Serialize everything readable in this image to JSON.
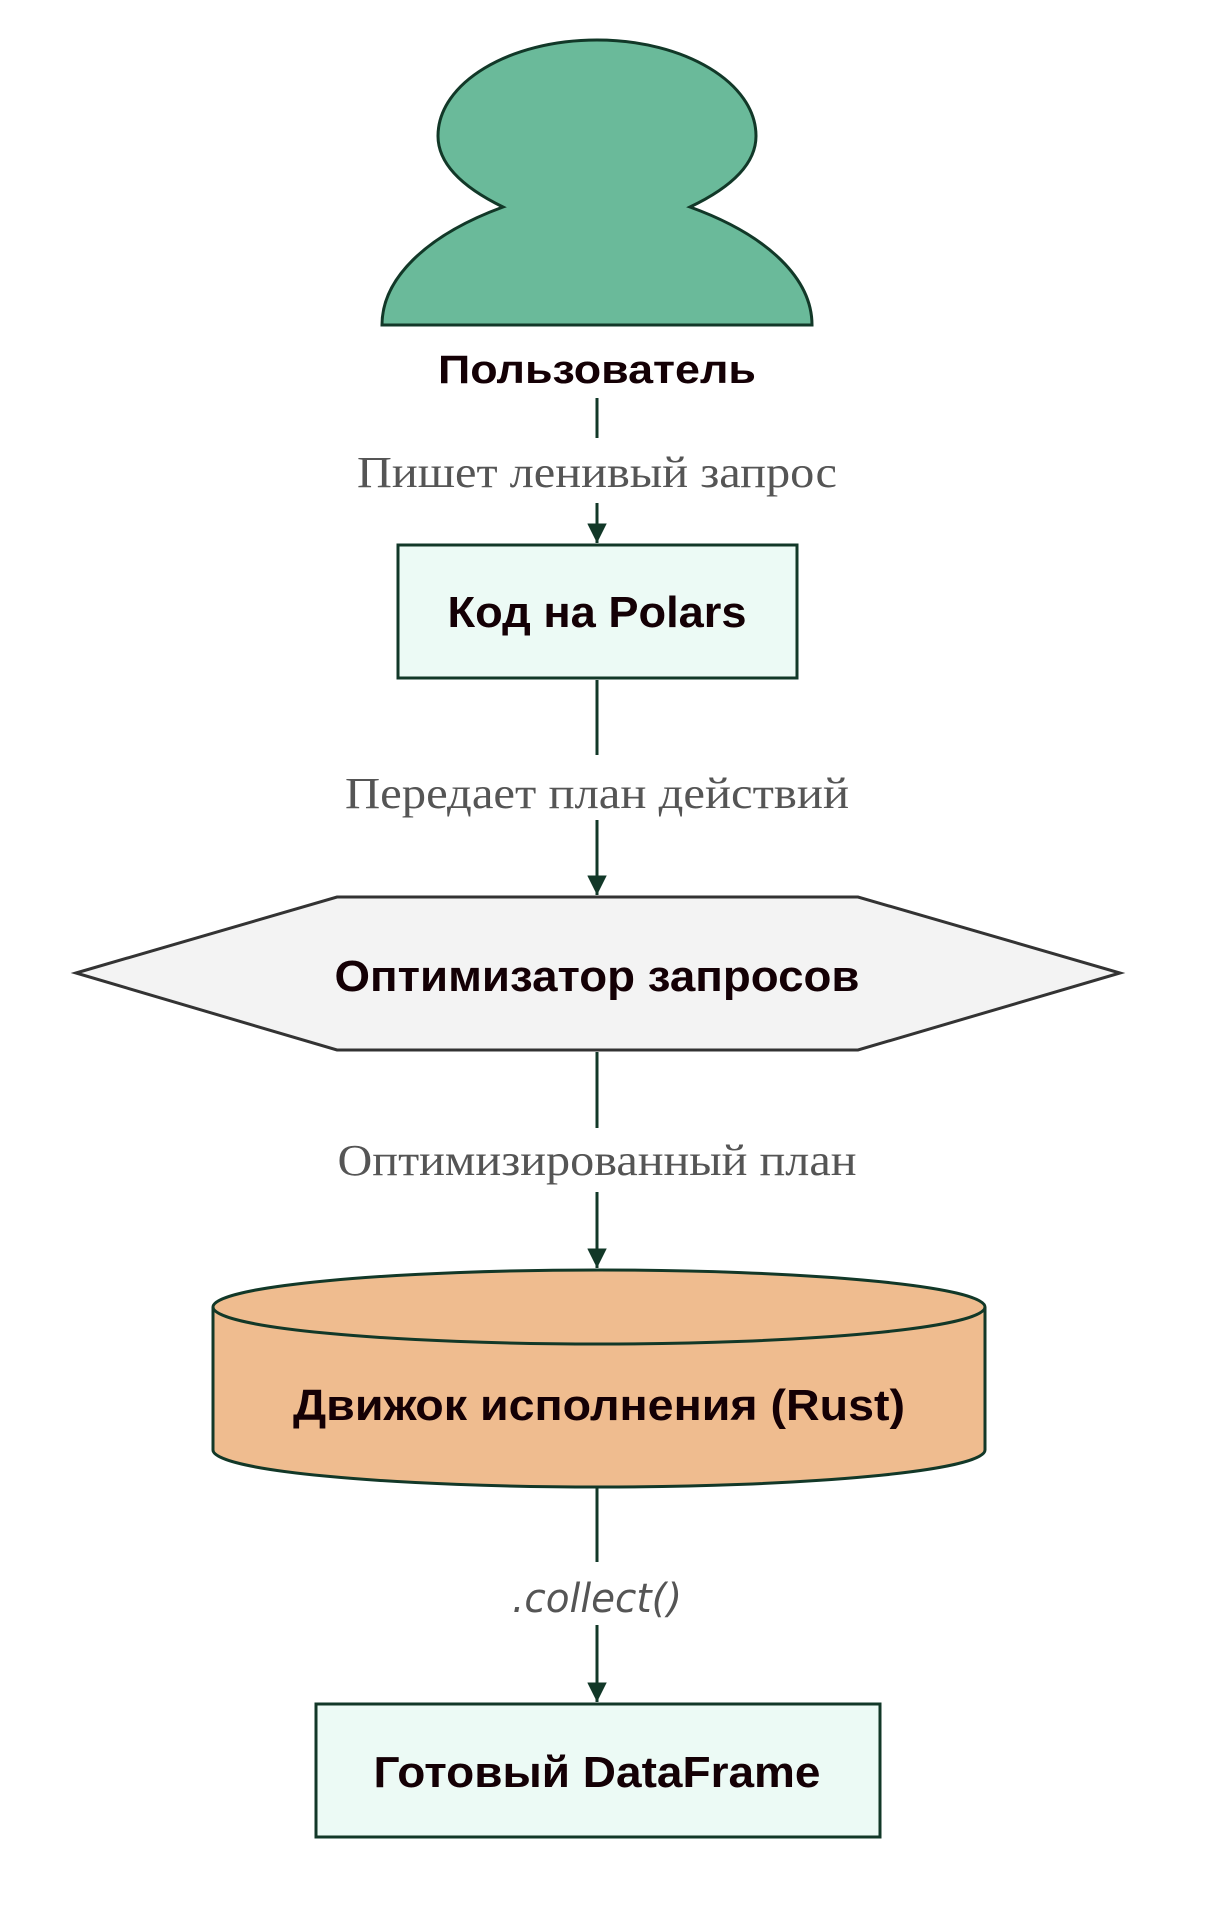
{
  "diagram": {
    "type": "flowchart",
    "direction": "top-to-bottom",
    "nodes": [
      {
        "id": "user",
        "shape": "person",
        "label": "Пользователь",
        "fill": "#6ABA9A",
        "stroke": "#123828"
      },
      {
        "id": "code",
        "shape": "rectangle",
        "label": "Код на Polars",
        "fill": "#ECFAF5",
        "stroke": "#123828"
      },
      {
        "id": "optimizer",
        "shape": "hexagon",
        "label": "Оптимизатор запросов",
        "fill": "#F3F3F3",
        "stroke": "#333333"
      },
      {
        "id": "engine",
        "shape": "cylinder",
        "label": "Движок исполнения (Rust)",
        "fill": "#EFBC8F",
        "stroke": "#123828"
      },
      {
        "id": "result",
        "shape": "rectangle",
        "label": "Готовый DataFrame",
        "fill": "#ECFAF5",
        "stroke": "#123828"
      }
    ],
    "edges": [
      {
        "from": "user",
        "to": "code",
        "label": "Пишет ленивый запрос"
      },
      {
        "from": "code",
        "to": "optimizer",
        "label": "Передает план действий"
      },
      {
        "from": "optimizer",
        "to": "engine",
        "label": "Оптимизированный план"
      },
      {
        "from": "engine",
        "to": "result",
        "label": ".collect()"
      }
    ],
    "colors": {
      "connector": "#123828",
      "node_text": "#140005",
      "edge_text": "#555555",
      "background": "#FFFFFF"
    }
  }
}
